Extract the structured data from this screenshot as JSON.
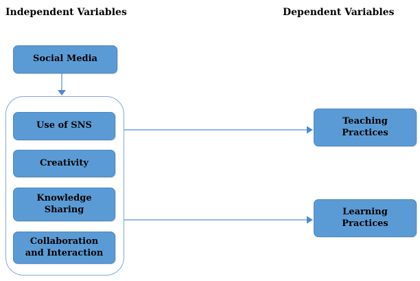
{
  "diagram": {
    "headers": {
      "independent": "Independent Variables",
      "dependent": "Dependent Variables"
    },
    "nodes": {
      "social_media": "Social Media",
      "use_of_sns": "Use of SNS",
      "creativity": "Creativity",
      "knowledge_sharing": "Knowledge\nSharing",
      "collaboration": "Collaboration\nand Interaction",
      "teaching_practices": "Teaching\nPractices",
      "learning_practices": "Learning\nPractices"
    },
    "colors": {
      "node_fill": "#5b9bd5",
      "node_border": "#4a86c5",
      "container_border": "#7fa7d9",
      "connector": "#6fa3dc",
      "arrowhead": "#4c8bd0",
      "text": "#000000"
    }
  }
}
